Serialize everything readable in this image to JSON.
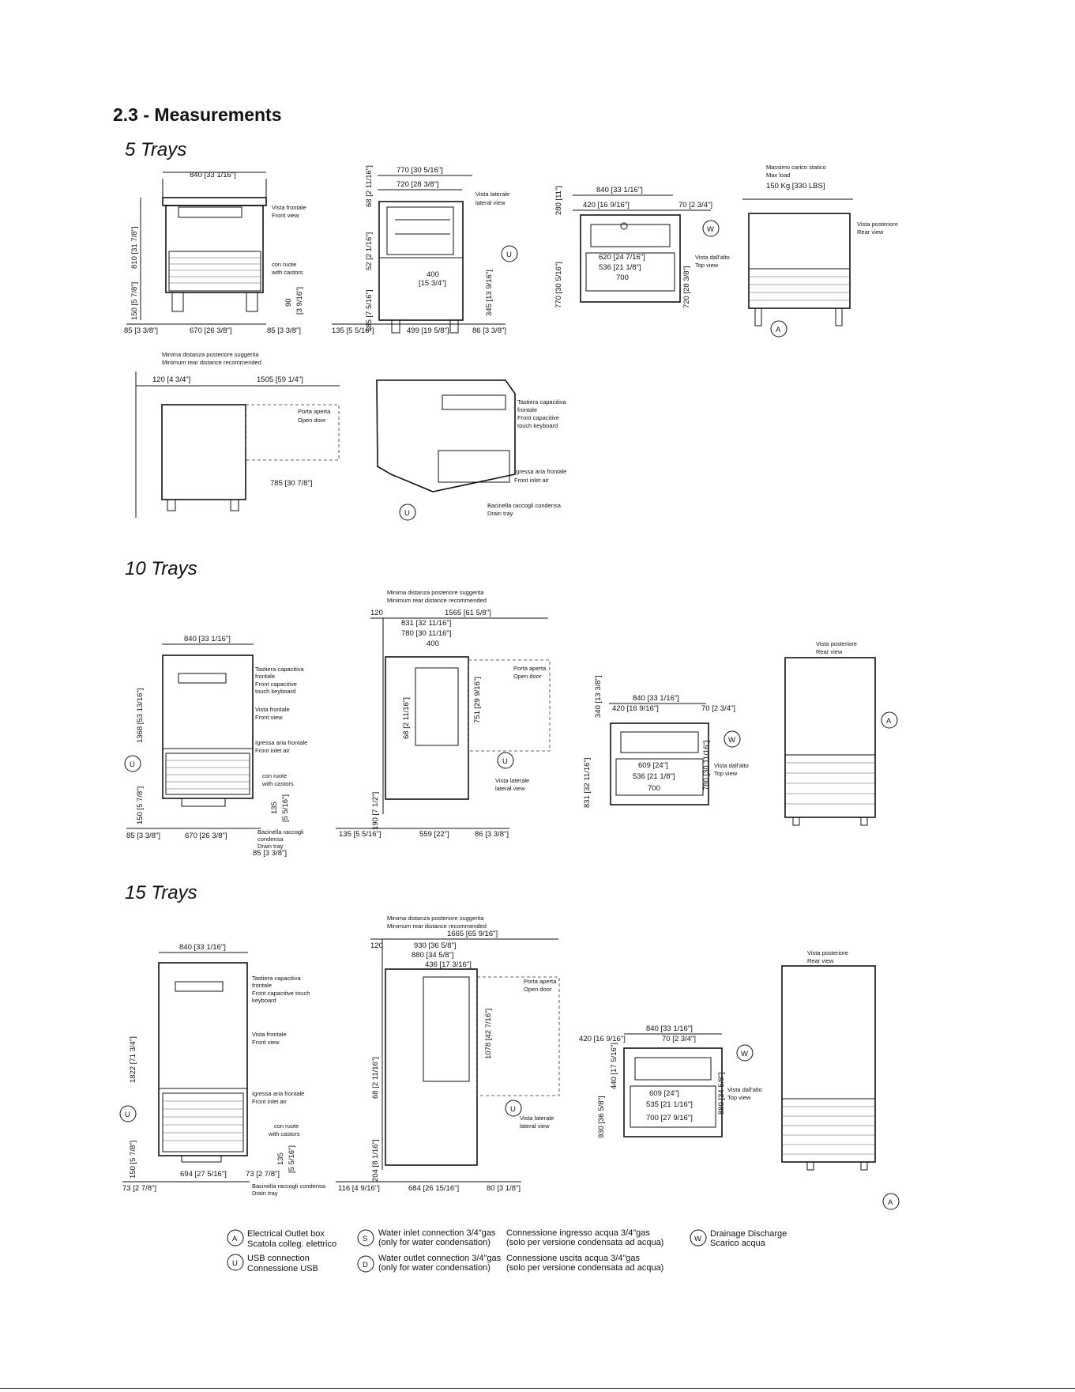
{
  "page": {
    "title": "2.3 - Measurements"
  },
  "sections": [
    {
      "label": "5 Trays"
    },
    {
      "label": "10 Trays"
    },
    {
      "label": "15 Trays"
    }
  ],
  "five": {
    "front": {
      "width": "840 [33 1/16\"]",
      "height": "810 [31 7/8\"]",
      "leg": "150 [5 7/8\"]",
      "bottom_left": "85 [3 3/8\"]",
      "bottom_mid": "670 [26 3/8\"]",
      "bottom_right": "85 [3 3/8\"]",
      "caster_h": "90",
      "caster_in": "[3 9/16\"]",
      "view_it": "Vista frontale",
      "view_en": "Front view",
      "caster_it": "con ruote",
      "caster_en": "with castors"
    },
    "side": {
      "d1": "770 [30 5/16\"]",
      "d2": "720 [28 3/8\"]",
      "h1": "68 [2 11/16\"]",
      "h2": "52 [2 1/16\"]",
      "h3": "185 [7 5/16\"]",
      "h4": "345 [13 9/16\"]",
      "inner": "400",
      "inner_in": "[15 3/4\"]",
      "b1": "135 [5 5/16\"]",
      "b2": "499 [19 5/8\"]",
      "b3": "86 [3 3/8\"]",
      "view_it": "Vista laterale",
      "view_en": "lateral view"
    },
    "top": {
      "w": "840 [33 1/16\"]",
      "l": "420 [16 9/16\"]",
      "r": "70 [2 3/4\"]",
      "h1": "280 [11\"]",
      "h2": "770 [30 5/16\"]",
      "h3": "720 [28 3/8\"]",
      "i1": "620 [24 7/16\"]",
      "i2": "536 [21 1/8\"]",
      "i3": "700",
      "view_it": "Vista dall'alto",
      "view_en": "Top view"
    },
    "rear": {
      "load_it": "Massimo carico statico",
      "load_en": "Max load",
      "load_val": "150 Kg  [330 LBS]",
      "view_it": "Vista posteriore",
      "view_en": "Rear view"
    },
    "clearance": {
      "note_it": "Minima distanza posteriore suggerita",
      "note_en": "Minimum rear distance recommended",
      "d1": "120 [4 3/4\"]",
      "d2": "1505 [59 1/4\"]",
      "d3": "785 [30 7/8\"]",
      "door_it": "Porta aperta",
      "door_en": "Open door"
    },
    "iso": {
      "kbd_it": "Tastiera capacitiva",
      "kbd_it2": "frontale",
      "kbd_en": "Front capacitive",
      "kbd_en2": "touch keyboard",
      "air_it": "Igressa aria frontale",
      "air_en": "Front inlet air",
      "tray_it": "Bacinella raccogli condensa",
      "tray_en": "Drain tray"
    }
  },
  "ten": {
    "front": {
      "width": "840 [33 1/16\"]",
      "height": "1368 [53 13/16\"]",
      "leg": "150 [5 7/8\"]",
      "b1": "85 [3 3/8\"]",
      "b2": "670 [26 3/8\"]",
      "b3": "85 [3 3/8\"]",
      "caster_h": "135",
      "caster_in": "[5 5/16\"]",
      "kbd_it": "Tastiera capacitiva",
      "kbd_it2": "frontale",
      "kbd_en": "Front capacitive",
      "kbd_en2": "touch keyboard",
      "view_it": "Vista frontale",
      "view_en": "Front view",
      "air_it": "Igressa aria frontale",
      "air_en": "Front inlet air",
      "caster_it": "con ruote",
      "caster_en": "with castors",
      "tray_it": "Bacinella raccogli",
      "tray_it2": "condensa",
      "tray_en": "Drain tray"
    },
    "side": {
      "note_it": "Minima distanza posteriore suggerita",
      "note_en": "Minimum rear distance recommended",
      "c": "120",
      "d0": "1565 [61 5/8\"]",
      "d1": "831 [32 11/16\"]",
      "d2": "780 [30 11/16\"]",
      "d3": "400",
      "h1": "751 [29 9/16\"]",
      "h2": "68 [2 11/16\"]",
      "h3": "190 [7 1/2\"]",
      "b1": "135 [5 5/16\"]",
      "b2": "559 [22\"]",
      "b3": "86 [3 3/8\"]",
      "door_it": "Porta aperta",
      "door_en": "Open door",
      "view_it": "Vista laterale",
      "view_en": "lateral view"
    },
    "top": {
      "w": "840 [33 1/16\"]",
      "l": "420 [16 9/16\"]",
      "r": "70 [2 3/4\"]",
      "h1": "340 [13 3/8\"]",
      "h2": "831 [32 11/16\"]",
      "h3": "780 [30 11/16\"]",
      "i1": "609 [24\"]",
      "i2": "536 [21 1/8\"]",
      "i3": "700",
      "view_it": "Vista dall'alto",
      "view_en": "Top view"
    },
    "rear": {
      "view_it": "Vista posteriore",
      "view_en": "Rear view"
    }
  },
  "fifteen": {
    "front": {
      "width": "840 [33 1/16\"]",
      "height": "1822 [71 3/4\"]",
      "leg": "150 [5 7/8\"]",
      "b1": "73 [2 7/8\"]",
      "b2": "694 [27 5/16\"]",
      "b3": "73 [2 7/8\"]",
      "caster_h": "135",
      "caster_in": "[5 5/16\"]",
      "kbd_it": "Tastiera capacitiva",
      "kbd_it2": "frontale",
      "kbd_en": "Front capacitive touch",
      "kbd_en2": "keyboard",
      "view_it": "Vista frontale",
      "view_en": "Front view",
      "air_it": "Igressa aria frontale",
      "air_en": "Front inlet air",
      "caster_it": "con ruote",
      "caster_en": "with castors",
      "tray_it": "Bacinella raccogli condensa",
      "tray_en": "Drain tray"
    },
    "side": {
      "note_it": "Minima distanza posteriore suggerita",
      "note_en": "Minimum rear distance recommended",
      "c": "120",
      "d0": "1665 [65 9/16\"]",
      "d1": "930 [36 5/8\"]",
      "d2": "880 [34 5/8\"]",
      "d3": "436 [17 3/16\"]",
      "h1": "1078 [42 7/16\"]",
      "h2": "68 [2 11/16\"]",
      "h3": "204 [8 1/16\"]",
      "b1": "116 [4 9/16\"]",
      "b2": "684 [26 15/16\"]",
      "b3": "80 [3 1/8\"]",
      "door_it": "Porta aperta",
      "door_en": "Open door",
      "view_it": "Vista laterale",
      "view_en": "lateral view"
    },
    "top": {
      "w": "840 [33 1/16\"]",
      "l": "420 [16 9/16\"]",
      "r": "70 [2 3/4\"]",
      "h1": "440 [17 5/16\"]",
      "h2": "930 [36 5/8\"]",
      "h3": "880 [34 5/8\"]",
      "i1": "609 [24\"]",
      "i2": "535 [21 1/16\"]",
      "i3": "700 [27 9/16\"]",
      "view_it": "Vista dall'alto",
      "view_en": "Top view"
    },
    "rear": {
      "view_it": "Vista posteriore",
      "view_en": "Rear view"
    }
  },
  "markers": {
    "a": "A",
    "u": "U",
    "w": "W",
    "s": "S",
    "d": "D"
  },
  "legend": {
    "a_en": "Electrical Outlet box",
    "a_it": "Scatola colleg. elettrico",
    "u_en": "USB connection",
    "u_it": "Connessione USB",
    "s_en": "Water inlet connection 3/4\"gas",
    "s_en2": "(only for water condensation)",
    "s_it": "Connessione ingresso acqua 3/4\"gas",
    "s_it2": "(solo per versione condensata ad acqua)",
    "d_en": "Water outlet connection 3/4\"gas",
    "d_en2": "(only for water condensation)",
    "d_it": "Connessione uscita acqua 3/4\"gas",
    "d_it2": "(solo per versione condensata ad acqua)",
    "w_en": "Drainage Discharge",
    "w_it": "Scarico acqua"
  }
}
